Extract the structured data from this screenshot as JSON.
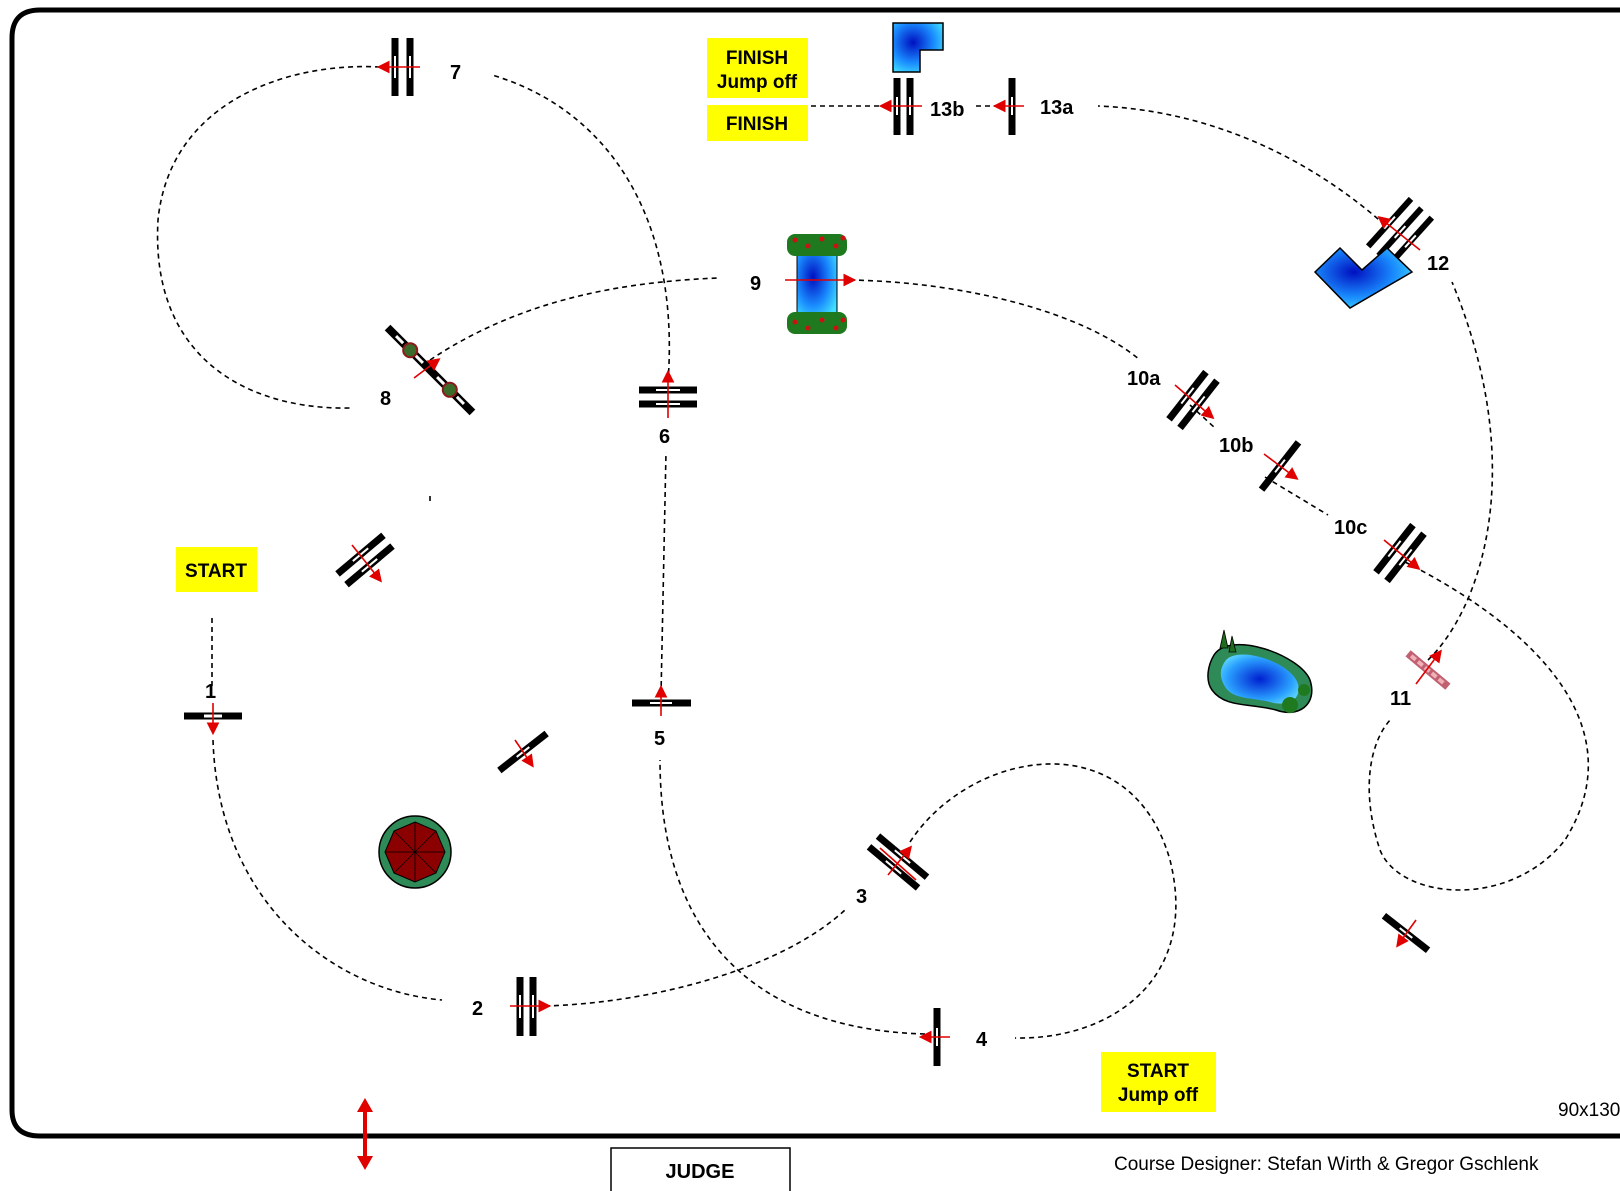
{
  "course": {
    "start": "START",
    "start_jumpoff_line1": "START",
    "start_jumpoff_line2": "Jump off",
    "finish": "FINISH",
    "finish_jumpoff_line1": "FINISH",
    "finish_jumpoff_line2": "Jump off",
    "judge": "JUDGE",
    "designer": "Course Designer: Stefan Wirth & Gregor Gschlenk",
    "arena_size": "90x130"
  },
  "obstacles": {
    "o1": "1",
    "o2": "2",
    "o3": "3",
    "o4": "4",
    "o5": "5",
    "o6": "6",
    "o7": "7",
    "o8": "8",
    "o9": "9",
    "o10a": "10a",
    "o10b": "10b",
    "o10c": "10c",
    "o11": "11",
    "o12": "12",
    "o13a": "13a",
    "o13b": "13b"
  },
  "colors": {
    "sign_yellow": "#ffff00",
    "arrow_red": "#e00000",
    "water_blue": "#0a74ff",
    "pond_green": "#2e8b57",
    "hedge_green": "#1f7a1f"
  }
}
